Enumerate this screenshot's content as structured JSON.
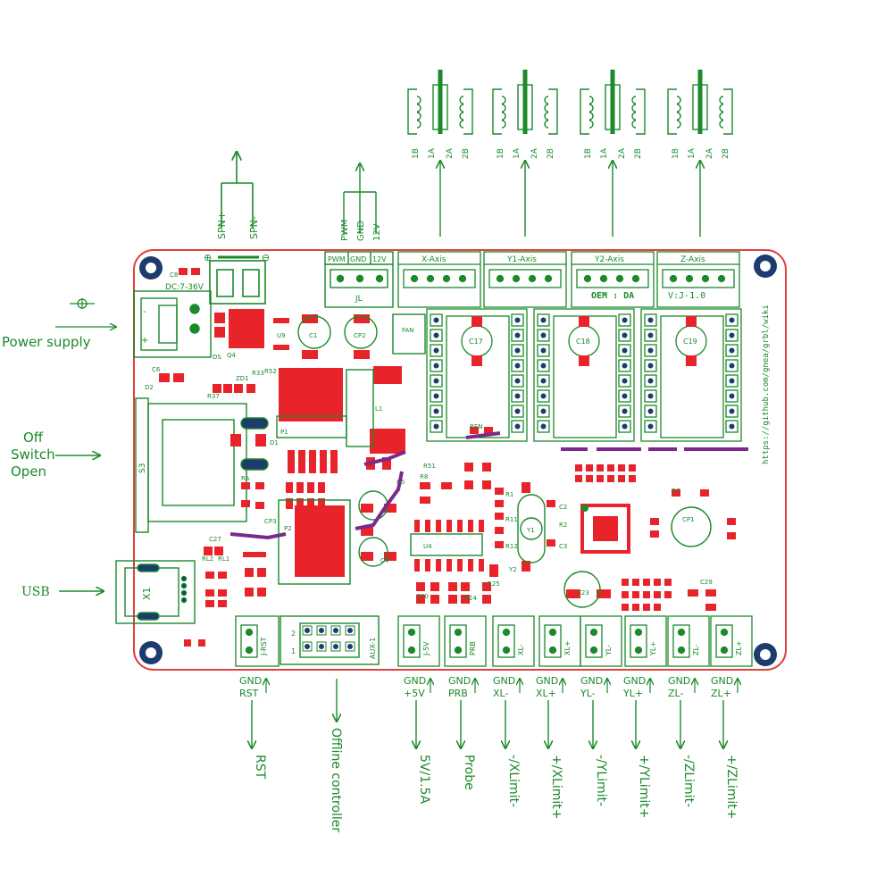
{
  "colors": {
    "board_outline": "#e04040",
    "silkscreen": "#1a8a2a",
    "pad": "#e8232a",
    "trace": "#7a2a8a",
    "hole": "#1d3b6e"
  },
  "left_labels": {
    "power_supply": "Power supply",
    "off_switch_line1": "Off",
    "off_switch_line2": "Switch",
    "off_switch_line3": "Open",
    "usb": "USB"
  },
  "top": {
    "spn_plus": "SPN+",
    "spn_minus": "SPN-",
    "pwm": "PWM",
    "gnd": "GND",
    "v12": "12V",
    "motor_pins": [
      "1B",
      "1A",
      "2A",
      "2B"
    ],
    "axes": [
      "X-Axis",
      "Y1-Axis",
      "Y2-Axis",
      "Z-Axis"
    ]
  },
  "board": {
    "jl_header": [
      "PWM",
      "GND",
      "12V"
    ],
    "jl_label": "JL",
    "oem_da": "OEM : DA",
    "version": "V:J-1.0",
    "dc_label": "DC:7-36V",
    "url": "https://github.com/gnea/grbl/wiki",
    "caps": [
      "C17",
      "C18",
      "C19"
    ],
    "parts": [
      "C8",
      "C6",
      "D2",
      "DS",
      "Q4",
      "U9",
      "C1",
      "CP2",
      "R37",
      "ZD1",
      "R33",
      "R52",
      "L1",
      "P1",
      "D1",
      "S3",
      "RA",
      "CP3",
      "P2",
      "C27",
      "RL2",
      "RL1",
      "X1",
      "C5",
      "R51",
      "R8",
      "U4",
      "R1",
      "Y1",
      "Y2",
      "C2",
      "R2",
      "C3",
      "D7",
      "CP1",
      "C23",
      "C29",
      "REN",
      "FAN",
      "C4",
      "C30",
      "R24",
      "R25",
      "R11",
      "R12"
    ],
    "aux": "AUX-1",
    "aux_rows": [
      "2",
      "1"
    ]
  },
  "bottom_connectors": [
    "J-RST",
    "J-5V",
    "PRB",
    "XL-",
    "XL+",
    "YL-",
    "YL+",
    "ZL-",
    "ZL+"
  ],
  "bottom_labels": {
    "rst_gnd": "GND",
    "rst": "RST",
    "v5_gnd": "GND",
    "v5": "+5V",
    "prb_gnd": "GND",
    "prb": "PRB",
    "xlm_gnd": "GND",
    "xlm": "XL-",
    "xlp_gnd": "GND",
    "xlp": "XL+",
    "ylm_gnd": "GND",
    "ylm": "YL-",
    "ylp_gnd": "GND",
    "ylp": "YL+",
    "zlm_gnd": "GND",
    "zlm": "ZL-",
    "zlp_gnd": "GND",
    "zlp": "ZL+"
  },
  "bottom_rotated": {
    "rst": "RST",
    "offline": "Offline controller",
    "v5": "5V/1.5A",
    "probe": "Probe",
    "xlm": "-/XLimit-",
    "xlp": "+/XLimit+",
    "ylm": "-/YLimit-",
    "ylp": "+/YLimit+",
    "zlm": "-/ZLimit-",
    "zlp": "+/ZLimit+"
  }
}
